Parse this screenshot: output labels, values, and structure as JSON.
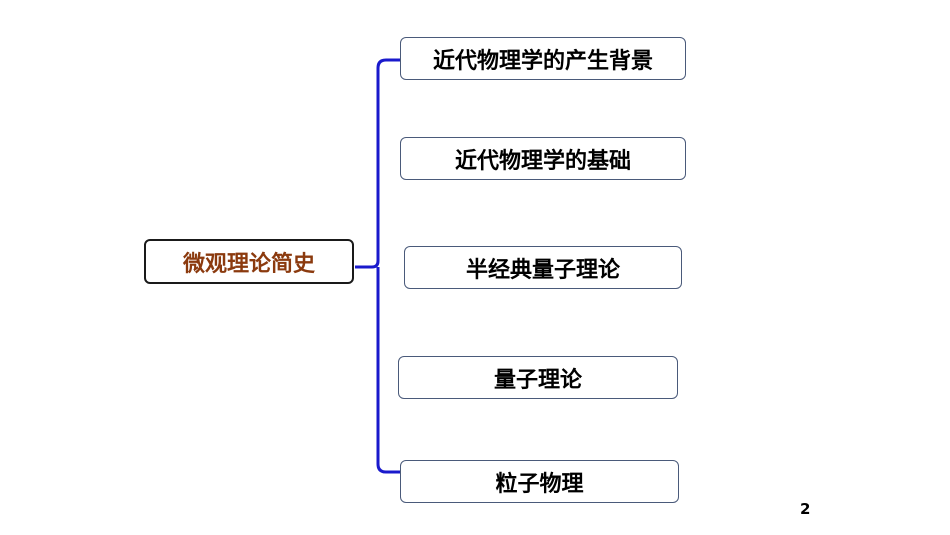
{
  "root": {
    "label": "微观理论简史"
  },
  "branches": [
    {
      "label": "近代物理学的产生背景"
    },
    {
      "label": "近代物理学的基础"
    },
    {
      "label": "半经典量子理论"
    },
    {
      "label": "量子理论"
    },
    {
      "label": "粒子物理"
    }
  ],
  "connector_color": "#1a1acc",
  "page_number": "2"
}
